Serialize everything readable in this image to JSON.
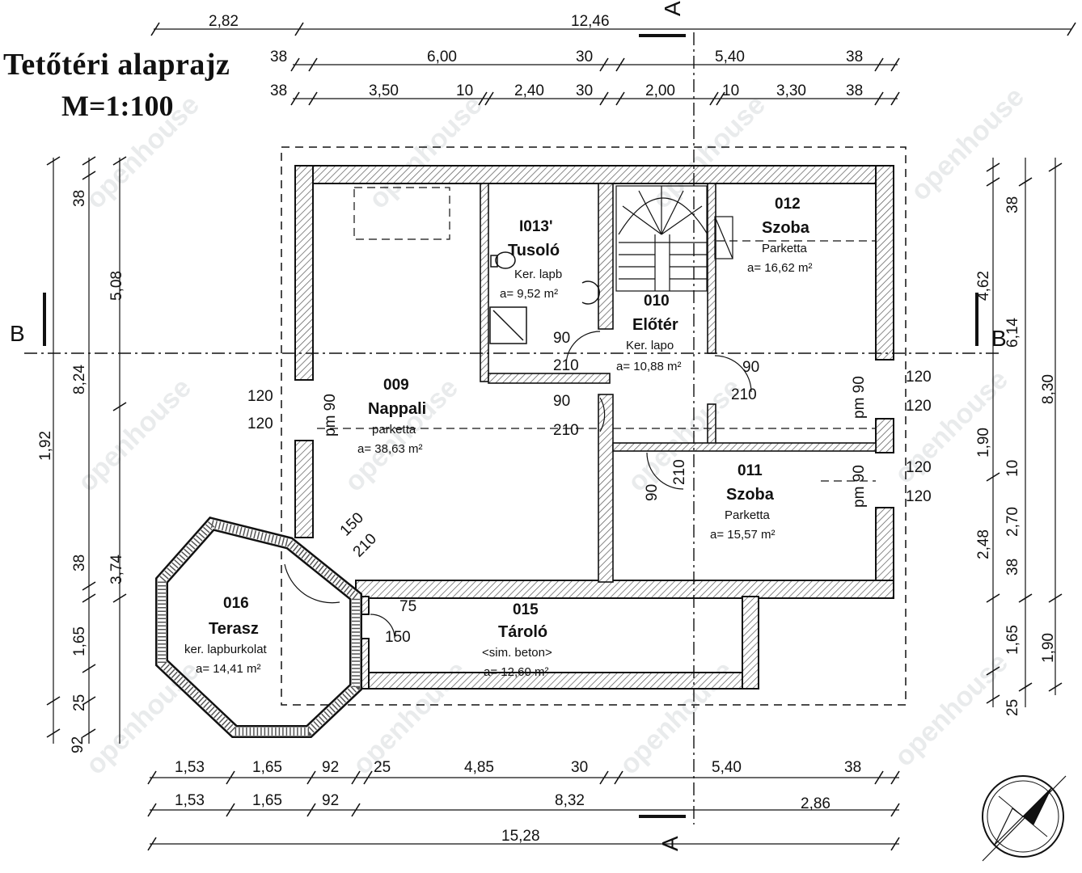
{
  "title": "Tetőtéri alaprajz",
  "scale": "M=1:100",
  "sections": {
    "a_top": "A",
    "a_bottom": "A",
    "b_left": "B",
    "b_right": "B"
  },
  "watermark": "openhouse",
  "colors": {
    "line": "#111111",
    "hatch": "#555555",
    "background": "#ffffff",
    "watermark": "#cfd3d6"
  },
  "rooms": {
    "r009": {
      "num": "009",
      "name": "Nappali",
      "floor": "parketta",
      "area": "a= 38,63 m²"
    },
    "r010": {
      "num": "010",
      "name": "Előtér",
      "floor": "Ker. lapo",
      "area": "a= 10,88 m²"
    },
    "r011": {
      "num": "011",
      "name": "Szoba",
      "floor": "Parketta",
      "area": "a= 15,57 m²"
    },
    "r012": {
      "num": "012",
      "name": "Szoba",
      "floor": "Parketta",
      "area": "a= 16,62 m²"
    },
    "r013": {
      "num": "I013'",
      "name": "Tusoló",
      "floor": "Ker. lapb",
      "area": "a= 9,52 m²"
    },
    "r015": {
      "num": "015",
      "name": "Tároló",
      "floor": "<sim. beton>",
      "area": "a= 12,60 m²"
    },
    "r016": {
      "num": "016",
      "name": "Terasz",
      "floor": "ker. lapburkolat",
      "area": "a= 14,41 m²"
    }
  },
  "dims": {
    "top1": [
      "2,82",
      "12,46"
    ],
    "top2": [
      "38",
      "6,00",
      "30",
      "5,40",
      "38"
    ],
    "top3": [
      "38",
      "3,50",
      "10",
      "2,40",
      "30",
      "2,00",
      "10",
      "3,30",
      "38"
    ],
    "bottom1": [
      "1,53",
      "1,65",
      "92",
      "25",
      "4,85",
      "30",
      "5,40",
      "38"
    ],
    "bottom2": [
      "1,53",
      "1,65",
      "92",
      "8,32",
      "2,86"
    ],
    "bottom3": [
      "15,28"
    ],
    "left_outer": [
      "1,92",
      "92"
    ],
    "left_mid": [
      "38",
      "5,08",
      "8,24",
      "38",
      "3,74",
      "1,65",
      "25"
    ],
    "right_a": [
      "38",
      "4,62",
      "1,90",
      "10",
      "2,70",
      "38",
      "1,65",
      "25"
    ],
    "right_b": [
      "6,14",
      "2,48"
    ],
    "right_c": [
      "8,30",
      "1,90"
    ]
  },
  "openings": {
    "w1_w": "120",
    "w1_h": "120",
    "w1_pm": "pm 90",
    "w2_w": "120",
    "w2_h": "120",
    "w2_pm": "pm 90",
    "w3_w": "120",
    "w3_h": "120",
    "w3_pm": "pm 90",
    "d_shower_w": "90",
    "d_shower_h": "210",
    "d_living_w": "90",
    "d_living_h": "210",
    "d_room12_w": "90",
    "d_room12_h": "210",
    "d_room11_w": "90",
    "d_room11_h": "210",
    "d_terrace_w": "150",
    "d_terrace_h": "210",
    "d_storage_w": "150",
    "d_storage_h": "75"
  }
}
